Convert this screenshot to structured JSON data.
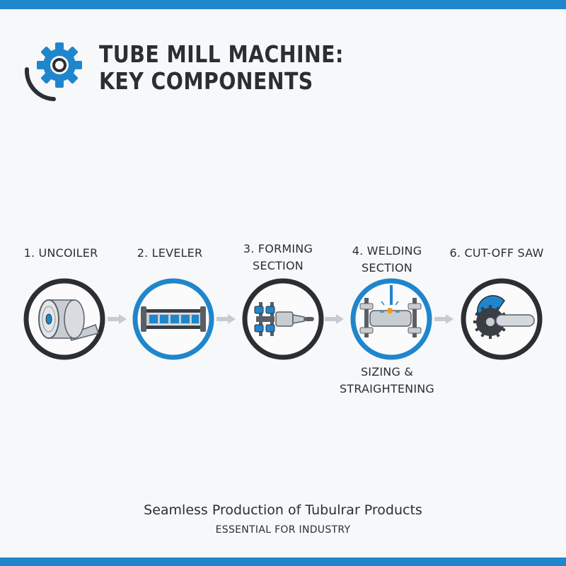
{
  "header": {
    "title_line1": "TUBE MILL MACHINE:",
    "title_line2": "KEY COMPONENTS"
  },
  "steps": [
    {
      "label": "1. UNCOILER",
      "icon": "coil-icon",
      "ring_color": "#2b2e33"
    },
    {
      "label": "2. LEVELER",
      "icon": "leveler-rollers-icon",
      "ring_color": "#1f86cc"
    },
    {
      "label_line1": "3. FORMING",
      "label_line2": "SECTION",
      "icon": "forming-rollers-icon",
      "ring_color": "#2b2e33"
    },
    {
      "label_line1": "4. WELDING",
      "label_line2": "SECTION",
      "icon": "welding-icon",
      "ring_color": "#1f86cc"
    },
    {
      "label": "6. CUT-OFF SAW",
      "icon": "circular-saw-icon",
      "ring_color": "#2b2e33"
    }
  ],
  "sizing": {
    "line1": "SIZING &",
    "line2": "STRAIGHTENING"
  },
  "footer": {
    "main": "Seamless Production of Tubulrar Products",
    "sub": "ESSENTIAL FOR INDUSTRY"
  },
  "colors": {
    "accent": "#1f86cc",
    "dark": "#2b2e33",
    "arrow": "#c7cbcf",
    "background": "#f7f8f9"
  }
}
